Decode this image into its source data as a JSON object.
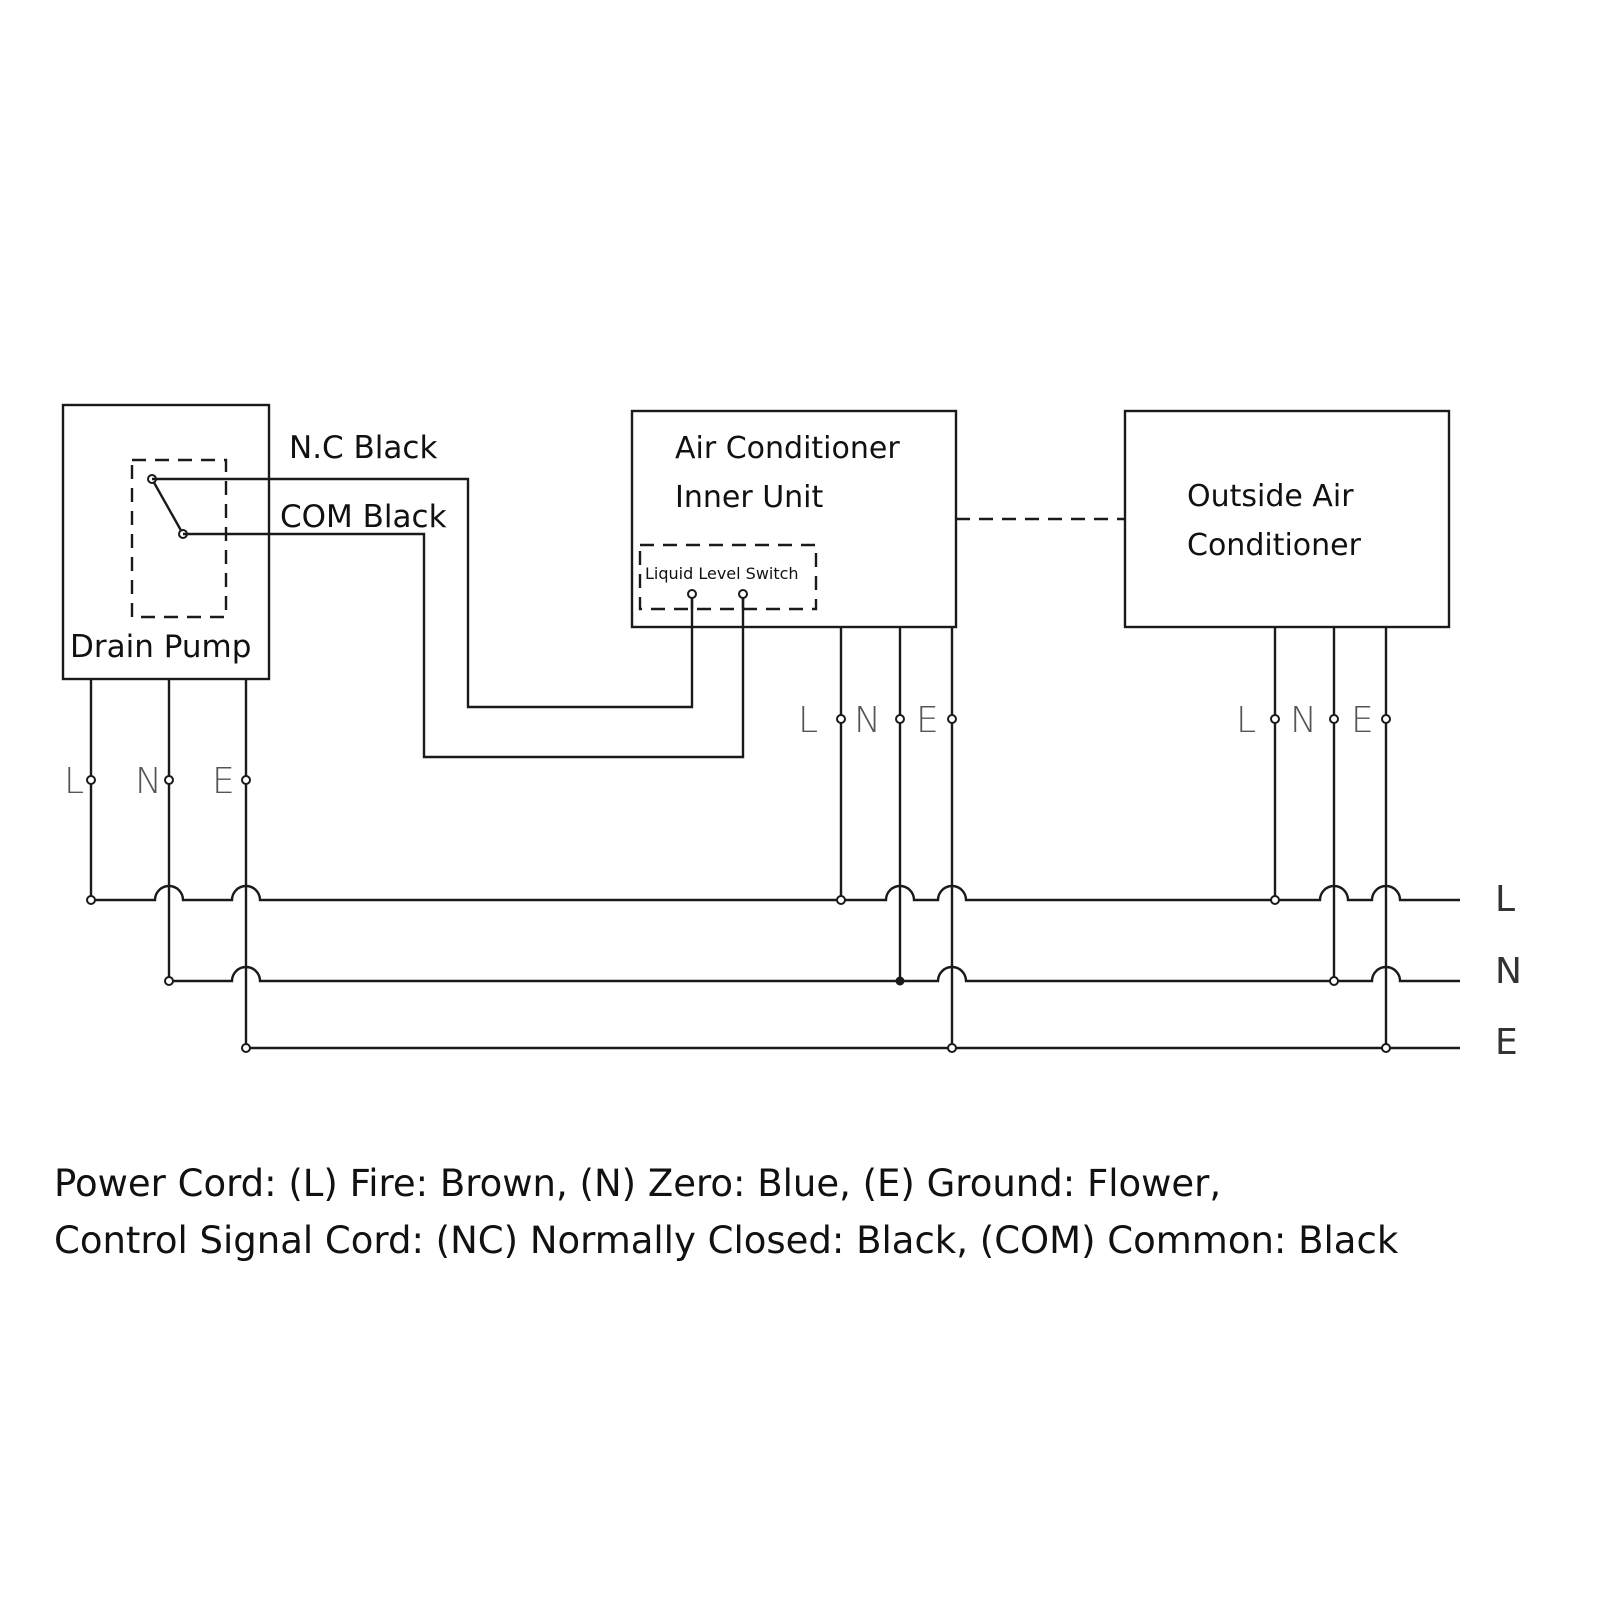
{
  "drain_pump": {
    "label": "Drain Pump",
    "terminals": [
      "L",
      "N",
      "E"
    ]
  },
  "signal_wires": {
    "nc_label": "N.C Black",
    "com_label": "COM Black"
  },
  "inner_unit": {
    "title_line1": "Air Conditioner",
    "title_line2": "Inner Unit",
    "switch_label": "Liquid Level Switch",
    "terminals": [
      "L",
      "N",
      "E"
    ]
  },
  "outside_unit": {
    "title_line1": "Outside Air",
    "title_line2": "Conditioner",
    "terminals": [
      "L",
      "N",
      "E"
    ]
  },
  "bus": {
    "lines": [
      "L",
      "N",
      "E"
    ]
  },
  "caption": {
    "line1": "Power Cord: (L) Fire: Brown, (N) Zero: Blue, (E) Ground: Flower,",
    "line2": "Control Signal Cord: (NC) Normally Closed: Black, (COM) Common: Black"
  }
}
